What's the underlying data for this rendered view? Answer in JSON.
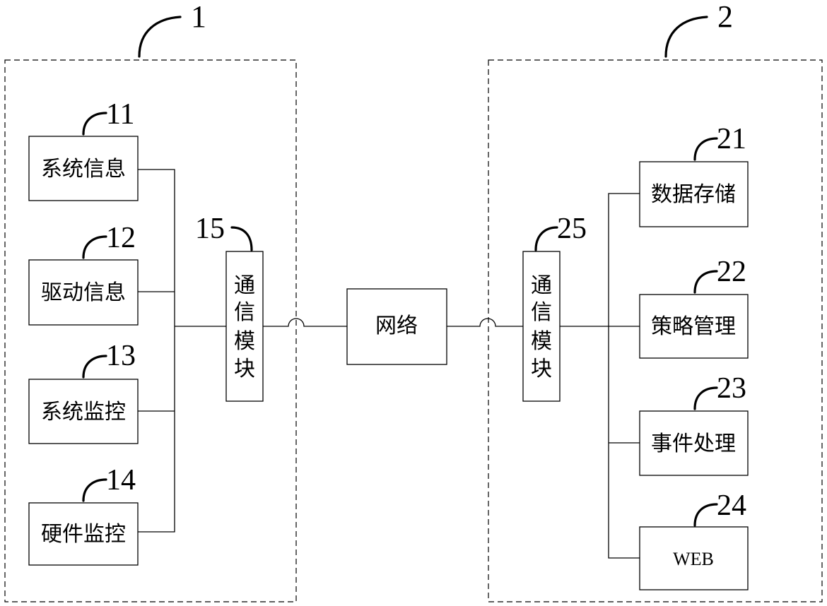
{
  "groups": {
    "left": {
      "number": "1"
    },
    "right": {
      "number": "2"
    }
  },
  "left_modules": [
    {
      "number": "11",
      "label": "系统信息"
    },
    {
      "number": "12",
      "label": "驱动信息"
    },
    {
      "number": "13",
      "label": "系统监控"
    },
    {
      "number": "14",
      "label": "硬件监控"
    }
  ],
  "left_comm": {
    "number": "15",
    "chars": [
      "通",
      "信",
      "模",
      "块"
    ]
  },
  "network": {
    "label": "网络"
  },
  "right_comm": {
    "number": "25",
    "chars": [
      "通",
      "信",
      "模",
      "块"
    ]
  },
  "right_modules": [
    {
      "number": "21",
      "label": "数据存储"
    },
    {
      "number": "22",
      "label": "策略管理"
    },
    {
      "number": "23",
      "label": "事件处理"
    },
    {
      "number": "24",
      "label": "WEB"
    }
  ]
}
